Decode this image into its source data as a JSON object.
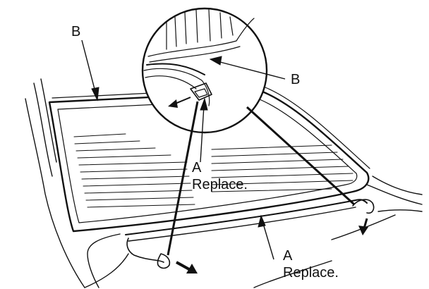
{
  "labels": {
    "b_top_left": "B",
    "b_zoom": "B",
    "a_zoom": "A",
    "a_zoom_caption": "Replace.",
    "a_bottom": "A",
    "a_bottom_caption": "Replace."
  },
  "colors": {
    "ink": "#111111",
    "background": "#ffffff"
  }
}
